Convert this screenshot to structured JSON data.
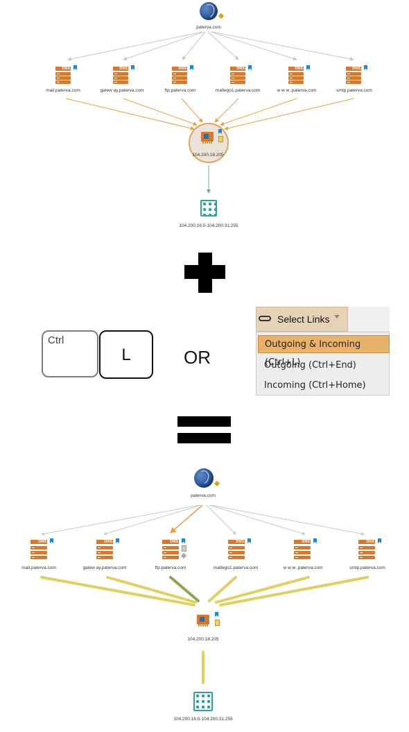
{
  "top_graph": {
    "root_label": "paterva.com",
    "dns_labels": [
      "mail.paterva.com",
      "gatew ay.paterva.com",
      "ftp.paterva.com",
      "maltego1.paterva.com",
      "w w w .paterva.com",
      "smtp.paterva.com"
    ],
    "ip_label": "104.200.18.205",
    "netblock_label": "104.200.16.0-104.200.31.255"
  },
  "shortcut": {
    "key_ctrl": "Ctrl",
    "key_l": "L",
    "or_text": "OR"
  },
  "menu": {
    "header_label": "Select Links",
    "items": [
      {
        "label": "Outgoing & Incoming (Ctrl+L)",
        "highlighted": true
      },
      {
        "label": "Outgoing (Ctrl+End)",
        "highlighted": false
      },
      {
        "label": "Incoming (Ctrl+Home)",
        "highlighted": false
      }
    ]
  },
  "bottom_graph": {
    "root_label": "paterva.com",
    "dns_labels": [
      "mail.paterva.com",
      "gatew ay.paterva.com",
      "ftp.paterva.com",
      "maltego1.paterva.com",
      "w w w .paterva.com",
      "smtp.paterva.com"
    ],
    "ip_label": "104.200.18.205",
    "netblock_label": "104.200.16.0-104.200.31.255"
  },
  "colors": {
    "dns_orange": "#d9782d",
    "edge_gray": "#c8c8c8",
    "edge_orange": "#e8a040",
    "edge_teal": "#6aa7b8",
    "edge_yellow_selected": "#e0d060",
    "menu_highlight": "#e8b26a",
    "netblock_teal": "#2aa39a",
    "globe_blue": "#2d5aa0"
  }
}
